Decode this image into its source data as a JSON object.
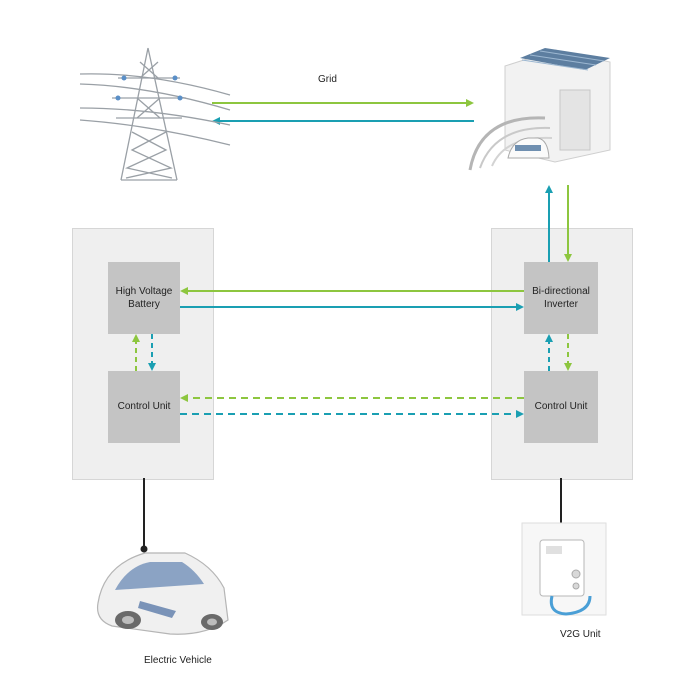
{
  "labels": {
    "grid": "Grid",
    "electric_vehicle": "Electric Vehicle",
    "v2g_unit": "V2G Unit"
  },
  "boxes": {
    "battery": [
      "High Voltage",
      "Battery"
    ],
    "vehicle_control": "Control Unit",
    "inverter": [
      "Bi-directional",
      "Inverter"
    ],
    "charger_control": "Control Unit"
  },
  "colors": {
    "green": "#8dc63f",
    "teal": "#1a9fb2",
    "panel": "#efefef",
    "box": "#c4c4c4",
    "cable": "#222222"
  },
  "icons": {
    "grid": "transmission-tower-icon",
    "building": "solar-building-icon",
    "vehicle": "electric-car-icon",
    "charger": "wall-charger-icon"
  }
}
